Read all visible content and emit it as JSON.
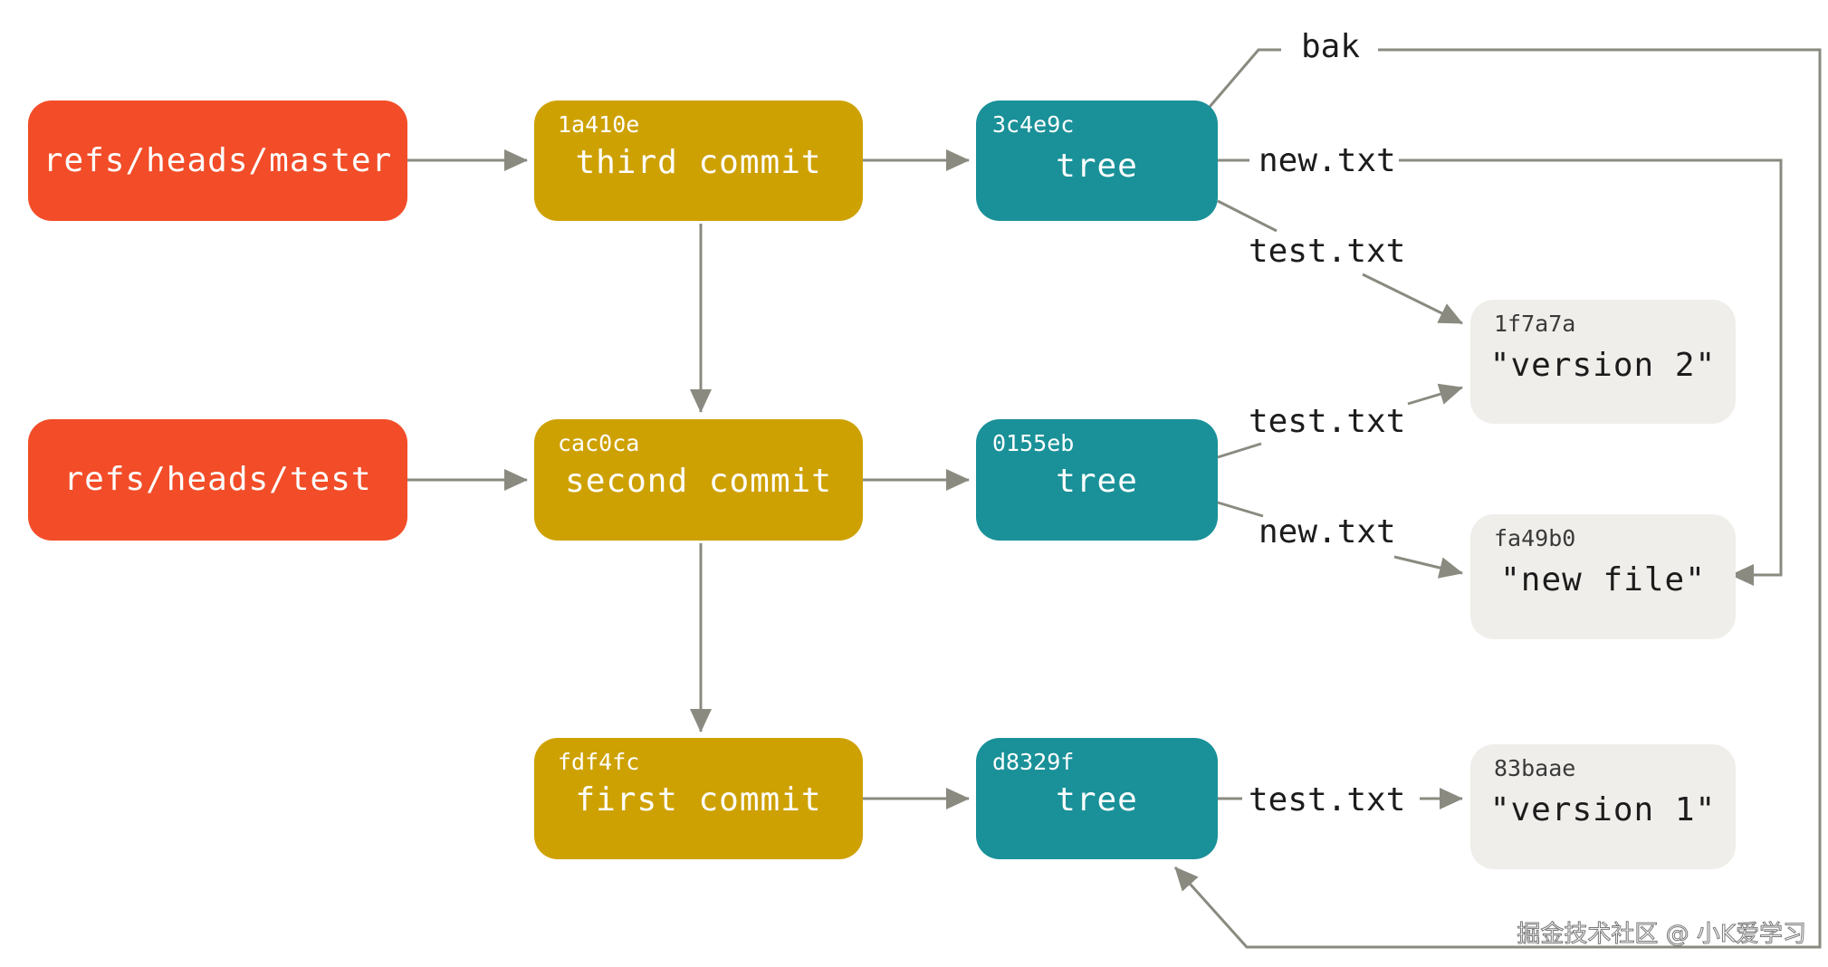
{
  "refs": [
    {
      "id": "master",
      "label": "refs/heads/master"
    },
    {
      "id": "test",
      "label": "refs/heads/test"
    }
  ],
  "commits": [
    {
      "id": "third",
      "hash": "1a410e",
      "label": "third commit"
    },
    {
      "id": "second",
      "hash": "cac0ca",
      "label": "second commit"
    },
    {
      "id": "first",
      "hash": "fdf4fc",
      "label": "first commit"
    }
  ],
  "trees": [
    {
      "id": "tree3",
      "hash": "3c4e9c",
      "label": "tree"
    },
    {
      "id": "tree2",
      "hash": "0155eb",
      "label": "tree"
    },
    {
      "id": "tree1",
      "hash": "d8329f",
      "label": "tree"
    }
  ],
  "blobs": [
    {
      "id": "v2",
      "hash": "1f7a7a",
      "label": "\"version 2\""
    },
    {
      "id": "newfile",
      "hash": "fa49b0",
      "label": "\"new file\""
    },
    {
      "id": "v1",
      "hash": "83baae",
      "label": "\"version 1\""
    }
  ],
  "edge_labels": {
    "bak": "bak",
    "tree3_new": "new.txt",
    "tree3_test": "test.txt",
    "tree2_test": "test.txt",
    "tree2_new": "new.txt",
    "tree1_test": "test.txt"
  },
  "watermark": "掘金技术社区 @ 小K爱学习",
  "colors": {
    "ref": "#f24d28",
    "commit": "#cea103",
    "tree": "#1a9199",
    "blob": "#efeeea",
    "edge": "#8a8a80"
  }
}
